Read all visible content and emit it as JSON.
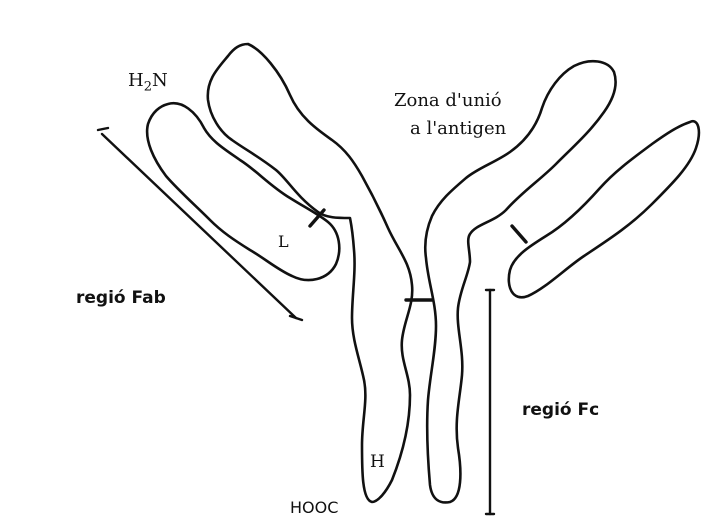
{
  "labels": {
    "h2n_main": "H",
    "h2n_sub": "2",
    "h2n_tail": "N",
    "binding_line1": "Zona d'unió",
    "binding_line2": "a l'antigen",
    "light_chain": "L",
    "heavy_chain": "H",
    "fab_region": "regió Fab",
    "fc_region": "regió Fc",
    "cooh": "HOOC"
  },
  "colors": {
    "ink": "#111111",
    "background": "#ffffff"
  }
}
